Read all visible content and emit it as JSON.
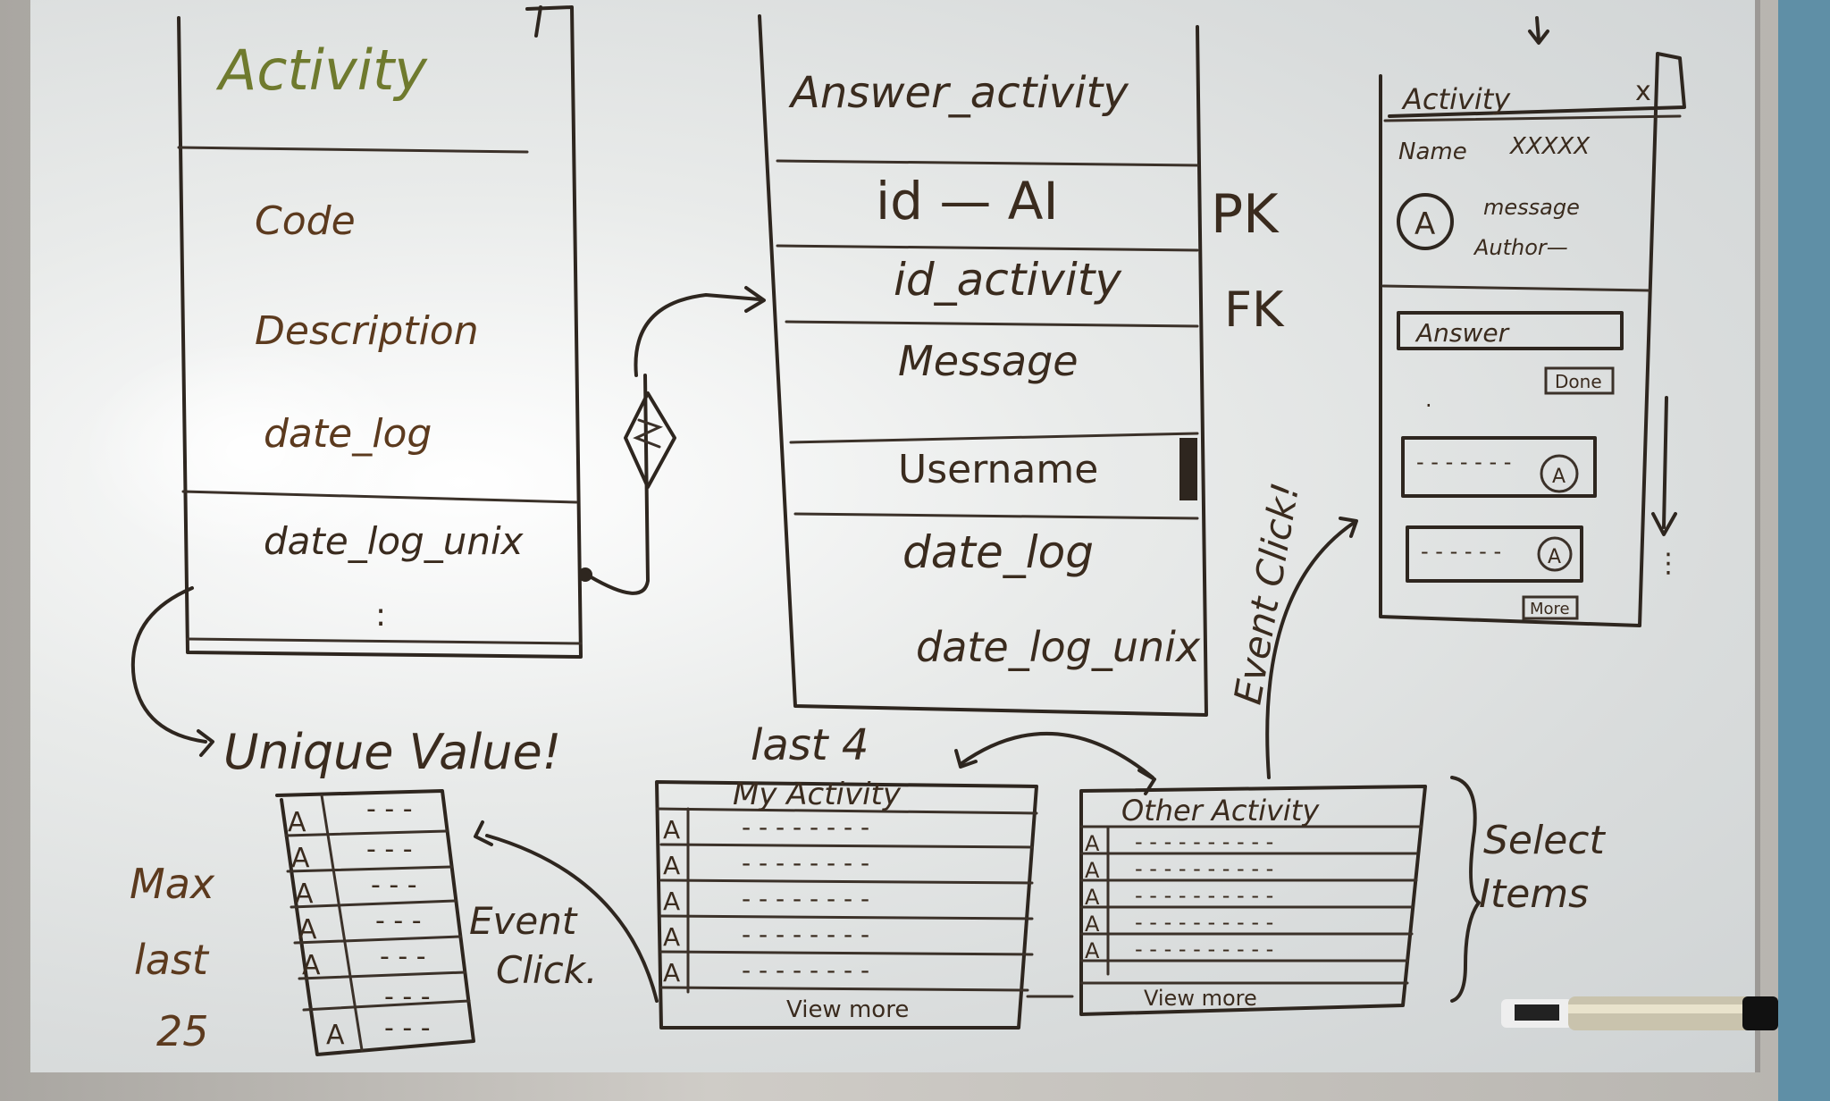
{
  "activity_table": {
    "title": "Activity",
    "fields": [
      "Code",
      "Description",
      "date_log",
      "date_log_unix",
      ":"
    ]
  },
  "answer_table": {
    "title": "Answer_activity",
    "fields": [
      "id — AI",
      "id_activity",
      "Message",
      "Username",
      "date_log",
      "date_log_unix"
    ],
    "keys": [
      "PK",
      "FK"
    ]
  },
  "unique_note": "Unique Value!",
  "max_note": [
    "Max",
    "last",
    "25"
  ],
  "my_activity": {
    "note": "last 4",
    "title": "My Activity",
    "row_marker": "A",
    "footer": "View more"
  },
  "other_activity": {
    "title": "Other Activity",
    "row_marker": "A",
    "footer": "View more"
  },
  "select_note": [
    "Select",
    "Items"
  ],
  "event_click": "Event Click!",
  "event_click_2": [
    "Event",
    "Click."
  ],
  "mockup": {
    "title": "Activity",
    "close": "x",
    "name_label": "Name",
    "name_value": "XXXXX",
    "avatar": "A",
    "message": "message",
    "author": "Author—",
    "answer_input": "Answer",
    "done_button": "Done",
    "more_button": "More"
  },
  "colors": {
    "ink": "#2e261f",
    "brown_ink": "#5c3a1e",
    "board": "#e6e8e8",
    "wall": "#5f8fa6"
  }
}
